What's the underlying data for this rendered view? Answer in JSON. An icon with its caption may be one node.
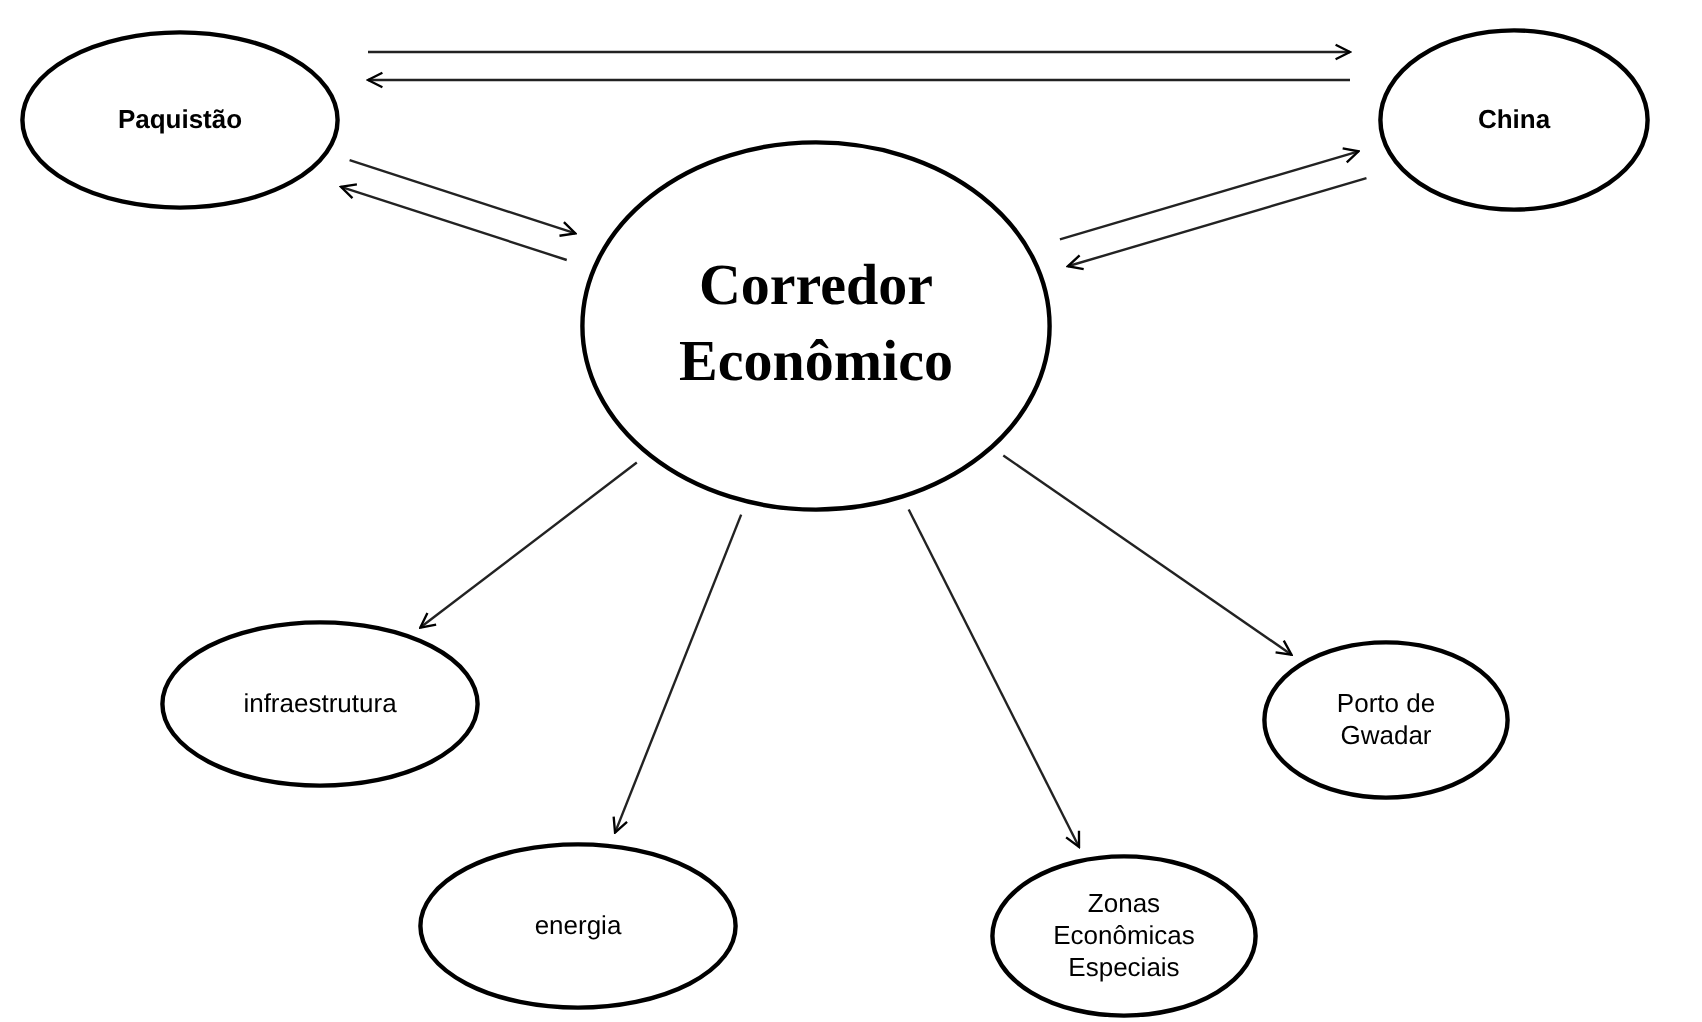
{
  "diagram": {
    "nodes": [
      {
        "text": [
          "Paquistão"
        ]
      },
      {
        "text": [
          "China"
        ]
      },
      {
        "text": [
          "Corredor Econômico"
        ]
      },
      {
        "text": [
          "infraestrutura"
        ]
      },
      {
        "text": [
          "energia"
        ]
      },
      {
        "text": [
          "Zonas Econômicas Especiais"
        ]
      },
      {
        "text": [
          "Porto de Gwadar"
        ]
      }
    ],
    "edges": [
      {
        "from": 0,
        "to": 1,
        "arrow": "to"
      },
      {
        "from": 1,
        "to": 0,
        "arrow": "to"
      },
      {
        "from": 0,
        "to": 2,
        "arrow": "to"
      },
      {
        "from": 2,
        "to": 0,
        "arrow": "to"
      },
      {
        "from": 2,
        "to": 1,
        "arrow": "to"
      },
      {
        "from": 1,
        "to": 2,
        "arrow": "to"
      },
      {
        "from": 2,
        "to": 3,
        "arrow": "to"
      },
      {
        "from": 2,
        "to": 4,
        "arrow": "to"
      },
      {
        "from": 2,
        "to": 5,
        "arrow": "to"
      },
      {
        "from": 2,
        "to": 6,
        "arrow": "to"
      }
    ]
  }
}
